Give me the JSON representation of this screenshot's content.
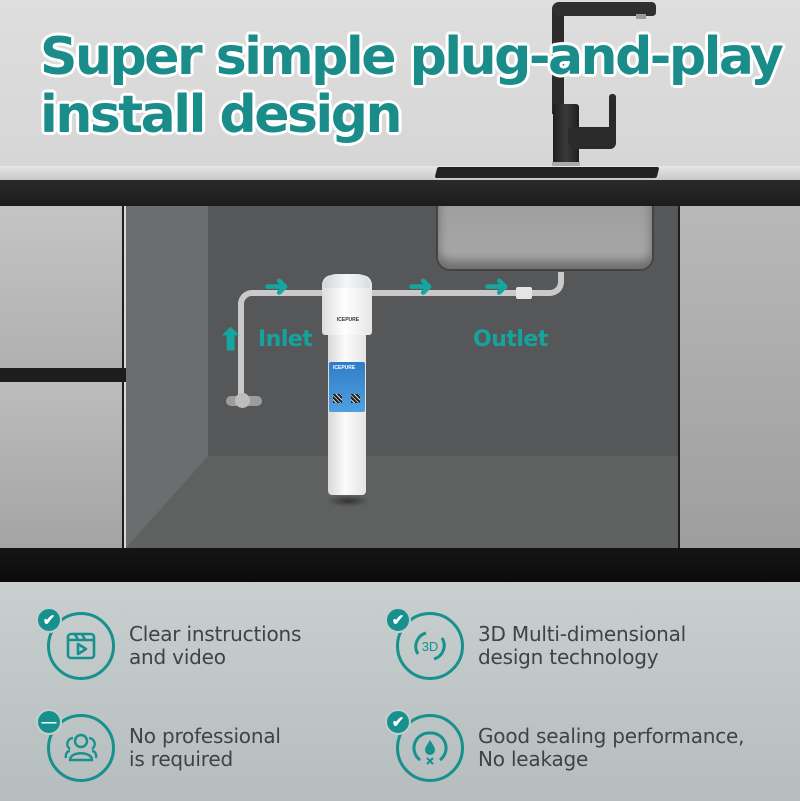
{
  "headline": {
    "line1": "Super simple plug-and-play",
    "line2": "install design",
    "color": "#1a8c8a"
  },
  "diagram": {
    "inlet_label": "Inlet",
    "outlet_label": "Outlet",
    "arrow_color": "#16a5a0",
    "arrow_right": "➜",
    "arrow_up": "⬆",
    "filter_brand": "ICEPURE",
    "filter_label_text": "ICEPURE"
  },
  "features": [
    {
      "icon": "video-clapper-icon",
      "badge": "check",
      "badge_glyph": "✔",
      "line1": "Clear instructions",
      "line2": "and video"
    },
    {
      "icon": "3d-rotate-icon",
      "badge": "check",
      "badge_glyph": "✔",
      "line1": "3D Multi-dimensional",
      "line2": "design technology",
      "glyph_text": "3D"
    },
    {
      "icon": "people-icon",
      "badge": "minus",
      "badge_glyph": "—",
      "line1": "No professional",
      "line2": "is required"
    },
    {
      "icon": "no-leak-drop-icon",
      "badge": "check",
      "badge_glyph": "✔",
      "line1": "Good sealing performance,",
      "line2": "No leakage"
    }
  ],
  "colors": {
    "accent": "#17918e",
    "text": "#3c4448",
    "panel_bg": "#c2c9c9"
  }
}
